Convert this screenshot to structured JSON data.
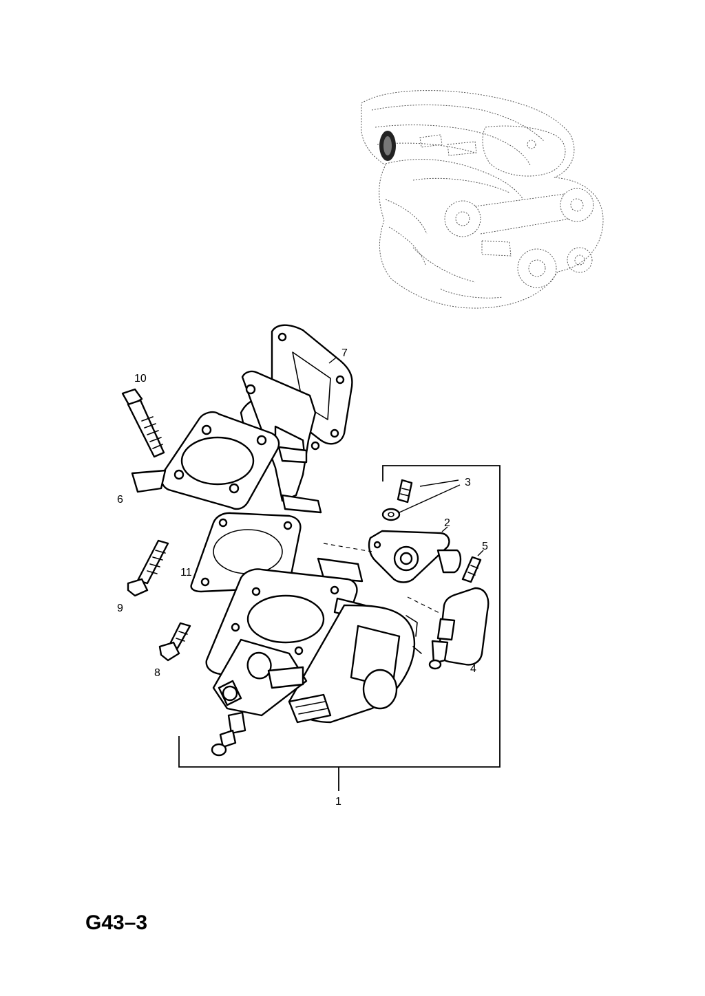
{
  "diagram": {
    "page_code": "G43–3",
    "callouts": [
      {
        "id": "1",
        "label": "1"
      },
      {
        "id": "2",
        "label": "2"
      },
      {
        "id": "3",
        "label": "3"
      },
      {
        "id": "4",
        "label": "4"
      },
      {
        "id": "5",
        "label": "5"
      },
      {
        "id": "6",
        "label": "6"
      },
      {
        "id": "7",
        "label": "7"
      },
      {
        "id": "8",
        "label": "8"
      },
      {
        "id": "9",
        "label": "9"
      },
      {
        "id": "10",
        "label": "10"
      },
      {
        "id": "11",
        "label": "11"
      }
    ]
  }
}
